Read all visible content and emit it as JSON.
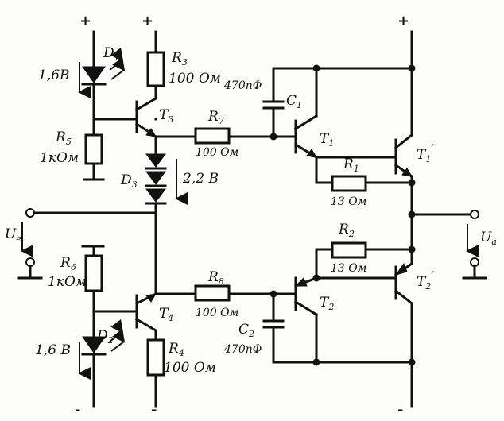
{
  "labels": {
    "plus_1": "+",
    "plus_2": "+",
    "plus_3": "+",
    "minus_1": "-",
    "minus_2": "-",
    "minus_3": "-",
    "D1": "D",
    "D1_sub": "1",
    "D1_v": "1,6B",
    "R3": "R",
    "R3_sub": "3",
    "R3_v": "100 Ом",
    "C1_v": "470пФ",
    "C1": "C",
    "C1_sub": "1",
    "T3": "T",
    "T3_sub": "3",
    "R7": "R",
    "R7_sub": "7",
    "R7_v": "100 Ом",
    "T1": "T",
    "T1_sub": "1",
    "T1p": "T",
    "T1p_sub": "1",
    "T1p_prime": "′",
    "R5": "R",
    "R5_sub": "5",
    "R5_v": "1кОм",
    "D3": "D",
    "D3_sub": "3",
    "D3_v": "2,2 B",
    "R1": "R",
    "R1_sub": "1",
    "R1_v": "13 Ом",
    "Ue": "U",
    "Ue_sub": "e",
    "Ua": "U",
    "Ua_sub": "a",
    "R2": "R",
    "R2_sub": "2",
    "R2_v": "13 Ом",
    "R6": "R",
    "R6_sub": "6",
    "R6_v": "1кОм",
    "R8": "R",
    "R8_sub": "8",
    "R8_v": "100 Ом",
    "T2": "T",
    "T2_sub": "2",
    "T2p": "T",
    "T2p_sub": "2",
    "T2p_prime": "′",
    "T4": "T",
    "T4_sub": "4",
    "D2": "D",
    "D2_sub": "2",
    "C2": "C",
    "C2_sub": "2",
    "C2_v": "470пФ",
    "D2_v": "1,6 B",
    "R4": "R",
    "R4_sub": "4",
    "R4_v": "100 Ом"
  },
  "colors": {
    "ink": "#111111",
    "paper": "#fdfdfb"
  },
  "icons": [
    "led-icon",
    "diode-icon",
    "resistor-icon",
    "capacitor-icon",
    "npn-transistor-icon",
    "pnp-transistor-icon",
    "terminal-icon",
    "ground-icon"
  ]
}
